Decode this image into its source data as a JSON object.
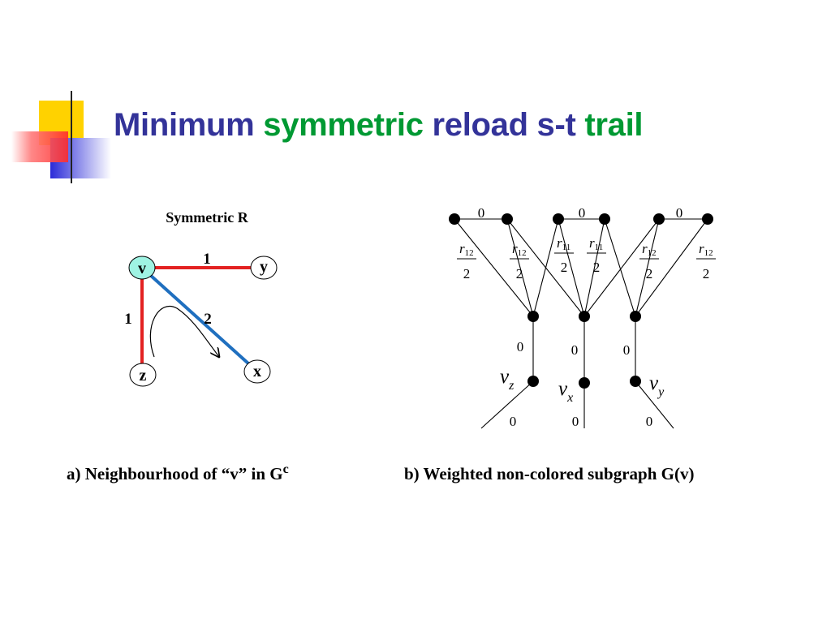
{
  "slide": {
    "title_part1": "Minimum ",
    "title_part2": "symmetric",
    "title_part3": " reload s-t ",
    "title_part4": "trail",
    "title_color_blue": "#333399",
    "title_color_green": "#009933"
  },
  "left_diagram": {
    "heading": "Symmetric R",
    "nodes": {
      "v": "v",
      "y": "y",
      "z": "z",
      "x": "x"
    },
    "edge_labels": {
      "vy": "1",
      "vz": "1",
      "vx": "2"
    },
    "colors": {
      "red_edge": "#e32222",
      "blue_edge": "#1f6fbf",
      "highlight_node": "#9ff3e3"
    },
    "caption_main": "a) Neighbourhood of  “v” in G",
    "caption_sup": "c"
  },
  "right_diagram": {
    "top_weights": [
      "0",
      "0",
      "0"
    ],
    "fractions": [
      {
        "r": "r",
        "sub": "12",
        "den": "2"
      },
      {
        "r": "r",
        "sub": "12",
        "den": "2"
      },
      {
        "r": "r",
        "sub": "11",
        "den": "2"
      },
      {
        "r": "r",
        "sub": "11",
        "den": "2"
      },
      {
        "r": "r",
        "sub": "12",
        "den": "2"
      },
      {
        "r": "r",
        "sub": "12",
        "den": "2"
      }
    ],
    "mid_weights": [
      "0",
      "0",
      "0"
    ],
    "vertex_labels": [
      {
        "v": "v",
        "sub": "z"
      },
      {
        "v": "v",
        "sub": "x"
      },
      {
        "v": "v",
        "sub": "y"
      }
    ],
    "bottom_weights": [
      "0",
      "0",
      "0"
    ],
    "caption": "b) Weighted non-colored subgraph G(v)"
  }
}
